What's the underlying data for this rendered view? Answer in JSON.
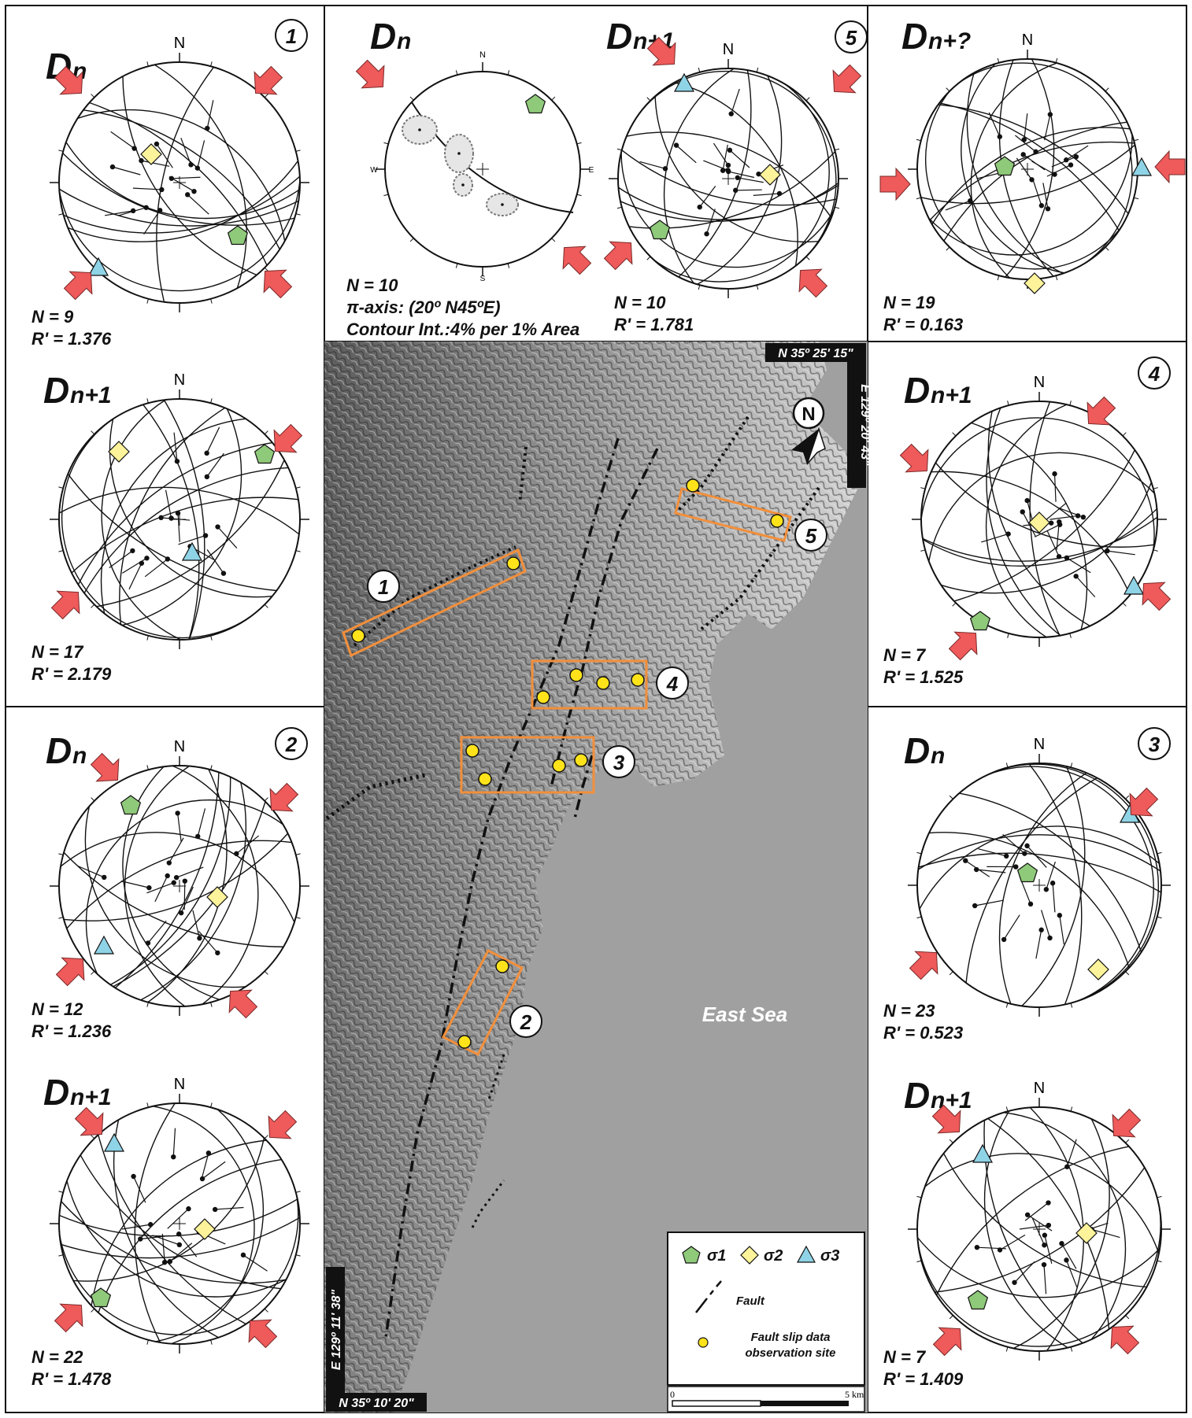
{
  "panels": [
    {
      "id": "p1a",
      "title": "D",
      "sub": "n",
      "site": "1",
      "n": "N = 9",
      "r": "R' = 1.376"
    },
    {
      "id": "p1b",
      "title": "D",
      "sub": "n+1",
      "site": "",
      "n": "N = 17",
      "r": "R' = 2.179"
    },
    {
      "id": "p2a",
      "title": "D",
      "sub": "n",
      "site": "2",
      "n": "N = 12",
      "r": "R' = 1.236"
    },
    {
      "id": "p2b",
      "title": "D",
      "sub": "n+1",
      "site": "",
      "n": "N = 22",
      "r": "R' = 1.478"
    },
    {
      "id": "p5c",
      "title": "D",
      "sub": "n",
      "site": "",
      "n": "N = 10",
      "r": "π-axis: (20º N45ºE)",
      "extra": "Contour Int.:4% per 1% Area"
    },
    {
      "id": "p5s",
      "title": "D",
      "sub": "n+1",
      "site": "5",
      "n": "N = 10",
      "r": "R' = 1.781"
    },
    {
      "id": "pq",
      "title": "D",
      "sub": "n+?",
      "site": "",
      "n": "N = 19",
      "r": "R' = 0.163"
    },
    {
      "id": "p4",
      "title": "D",
      "sub": "n+1",
      "site": "4",
      "n": "N = 7",
      "r": "R' = 1.525"
    },
    {
      "id": "p3a",
      "title": "D",
      "sub": "n",
      "site": "3",
      "n": "N = 23",
      "r": "R' = 0.523"
    },
    {
      "id": "p3b",
      "title": "D",
      "sub": "n+1",
      "site": "",
      "n": "N = 7",
      "r": "R' = 1.409"
    }
  ],
  "compass": {
    "n": "N",
    "e": "E",
    "s": "S",
    "w": "W"
  },
  "map": {
    "coord_top": "N 35º 25' 15\"",
    "coord_right": "E 129º 20' 43\"",
    "coord_left": "E 129º 11' 38\"",
    "coord_bottom": "N 35º 10' 20\"",
    "sea_label": "East Sea",
    "north": "N",
    "sites": [
      "1",
      "2",
      "3",
      "4",
      "5"
    ]
  },
  "legend": {
    "sigma1": "σ1",
    "sigma2": "σ2",
    "sigma3": "σ3",
    "fault": "Fault",
    "site_l1": "Fault slip data",
    "site_l2": "observation site",
    "scale_0": "0",
    "scale_5": "5 km"
  },
  "colors": {
    "sigma1": "#8fc97a",
    "sigma2": "#fdf39a",
    "sigma3": "#8fd3e6",
    "arrow": "#ef5a5a",
    "site": "#ffe31a",
    "box": "#f28f3b",
    "sea": "#9f9f9f"
  }
}
